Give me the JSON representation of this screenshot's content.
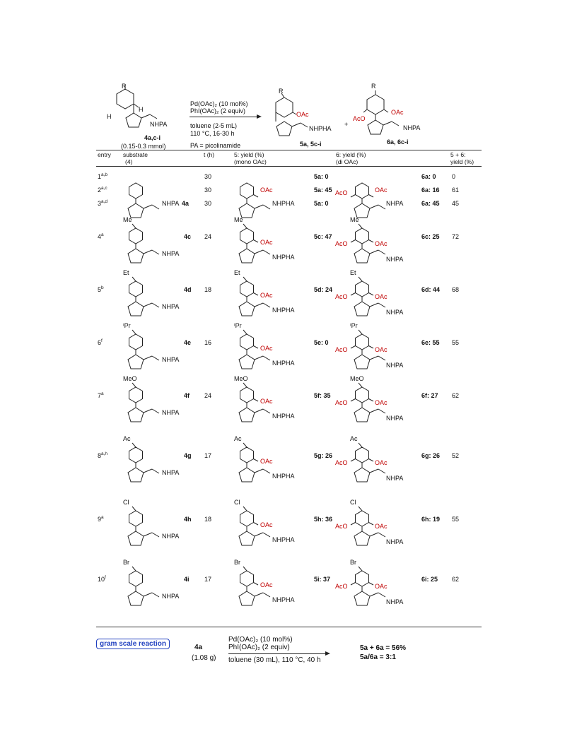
{
  "scheme": {
    "reagent_1": "Pd(OAc)₂ (10 mol%)",
    "reagent_2": "PhI(OAc)₂ (2 equiv)",
    "solvent": "toluene (2-5 mL)",
    "conditions": "110 °C, 16-30 h",
    "footnote_pa": "PA = picolinamide",
    "sub_label": "4a,c-i",
    "sub_amount": "(0.15-0.3 mmol)",
    "sub_group": "NHPA",
    "prod5_label": "5a, 5c-i",
    "prod5_group": "NHPHA",
    "plus": "+",
    "prod6_label": "6a, 6c-i",
    "prod6_group": "NHPA",
    "r_label": "R",
    "h_left": "H",
    "h_right": "H",
    "oac": "OAc",
    "aco": "AcO"
  },
  "table": {
    "headers": {
      "entry": "entry",
      "substrate": "substrate",
      "substrate_sub": "(4)",
      "time": "t (h)",
      "col5": "5: yield (%)",
      "col5_sub": "(mono OAc)",
      "col6": "6: yield (%)",
      "col6_sub": "(di OAc)",
      "sum": "5 + 6:",
      "sum_sub": "yield (%)"
    },
    "rows": [
      {
        "entry": "1",
        "sup": "a,b",
        "time": "30",
        "y5": "5a: 0",
        "y6": "6a: 0",
        "sum": "0"
      },
      {
        "entry": "2",
        "sup": "a,c",
        "time": "30",
        "y5": "5a: 45",
        "y6": "6a: 16",
        "sum": "61"
      },
      {
        "entry": "3",
        "sup": "a,d",
        "time": "30",
        "y5": "5a: 0",
        "y6": "6a: 45",
        "sum": "45"
      },
      {
        "entry": "4",
        "sup": "a",
        "time": "24",
        "y5": "5c: 47",
        "y6": "6c: 25",
        "sum": "72",
        "sub": "4c",
        "R": "Me"
      },
      {
        "entry": "5",
        "sup": "b",
        "time": "18",
        "y5": "5d: 24",
        "y6": "6d: 44",
        "sum": "68",
        "sub": "4d",
        "R": "Et"
      },
      {
        "entry": "6",
        "sup": "f",
        "time": "16",
        "y5": "5e: 0",
        "y6": "6e: 55",
        "sum": "55",
        "sub": "4e",
        "R": "ⁱPr"
      },
      {
        "entry": "7",
        "sup": "a",
        "time": "24",
        "y5": "5f: 35",
        "y6": "6f: 27",
        "sum": "62",
        "sub": "4f",
        "R": "MeO"
      },
      {
        "entry": "8",
        "sup": "a,h",
        "time": "17",
        "y5": "5g: 26",
        "y6": "6g: 26",
        "sum": "52",
        "sub": "4g",
        "R": "Ac"
      },
      {
        "entry": "9",
        "sup": "a",
        "time": "18",
        "y5": "5h: 36",
        "y6": "6h: 19",
        "sum": "55",
        "sub": "4h",
        "R": "Cl"
      },
      {
        "entry": "10",
        "sup": "f",
        "time": "17",
        "y5": "5i: 37",
        "y6": "6i: 25",
        "sum": "62",
        "sub": "4i",
        "R": "Br"
      }
    ],
    "sub_4a": "4a"
  },
  "gram": {
    "badge": "gram scale reaction",
    "sub": "4a",
    "amount": "(1.08 g)",
    "reagent_1": "Pd(OAc)₂ (10 mol%)",
    "reagent_2": "PhI(OAc)₂ (2 equiv)",
    "conditions": "toluene (30 mL), 110 °C, 40 h",
    "result_1": "5a + 6a = 56%",
    "result_2": "5a/6a = 3:1"
  }
}
